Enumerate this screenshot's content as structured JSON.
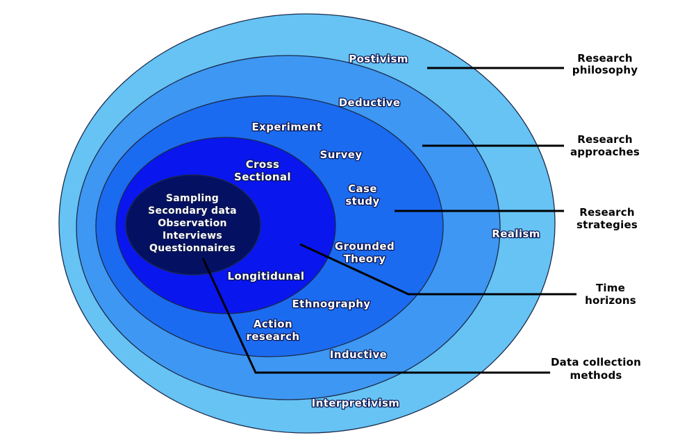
{
  "diagram_type": "research-onion-concentric-ellipses",
  "colors": {
    "background": "#ffffff",
    "ring_outline": "#1b2a4a",
    "connector_line": "#000000",
    "ring_philosophy": "#66C3F4",
    "ring_approaches": "#3E97F2",
    "ring_strategies": "#1B6BF0",
    "ring_time_horizons": "#0916EE",
    "ring_data_collection": "#041163",
    "ring_text": "#ffffff",
    "side_text": "#000000"
  },
  "rings": [
    {
      "label": "Research philosophy",
      "color": "#66C3F4",
      "items": [
        "Postivism",
        "Realism",
        "Interpretivism"
      ]
    },
    {
      "label": "Research approaches",
      "color": "#3E97F2",
      "items": [
        "Deductive",
        "Inductive"
      ]
    },
    {
      "label": "Research strategies",
      "color": "#1B6BF0",
      "items": [
        "Experiment",
        "Survey",
        "Case study",
        "Grounded Theory",
        "Ethnography",
        "Action research"
      ]
    },
    {
      "label": "Time horizons",
      "color": "#0916EE",
      "items": [
        "Cross Sectional",
        "Longitidunal"
      ]
    },
    {
      "label": "Data collection methods",
      "color": "#041163",
      "items": [
        "Sampling",
        "Secondary data",
        "Observation",
        "Interviews",
        "Questionnaires"
      ]
    }
  ],
  "ring_labels": {
    "postivism": "Postivism",
    "deductive": "Deductive",
    "experiment": "Experiment",
    "survey": "Survey",
    "cross_sectional_line1": "Cross",
    "cross_sectional_line2": "Sectional",
    "case_study_line1": "Case",
    "case_study_line2": "study",
    "sampling": "Sampling",
    "secondary_data": "Secondary data",
    "observation": "Observation",
    "interviews": "Interviews",
    "questionnaires": "Questionnaires",
    "grounded_theory_line1": "Grounded",
    "grounded_theory_line2": "Theory",
    "longitidunal": "Longitidunal",
    "ethnography": "Ethnography",
    "action_research_line1": "Action",
    "action_research_line2": "research",
    "inductive": "Inductive",
    "realism": "Realism",
    "interpretivism": "Interpretivism"
  },
  "side_labels": {
    "research_philosophy_line1": "Research",
    "research_philosophy_line2": "philosophy",
    "research_approaches_line1": "Research",
    "research_approaches_line2": "approaches",
    "research_strategies_line1": "Research",
    "research_strategies_line2": "strategies",
    "time_horizons_line1": "Time",
    "time_horizons_line2": "horizons",
    "data_collection_line1": "Data collection",
    "data_collection_line2": "methods"
  }
}
